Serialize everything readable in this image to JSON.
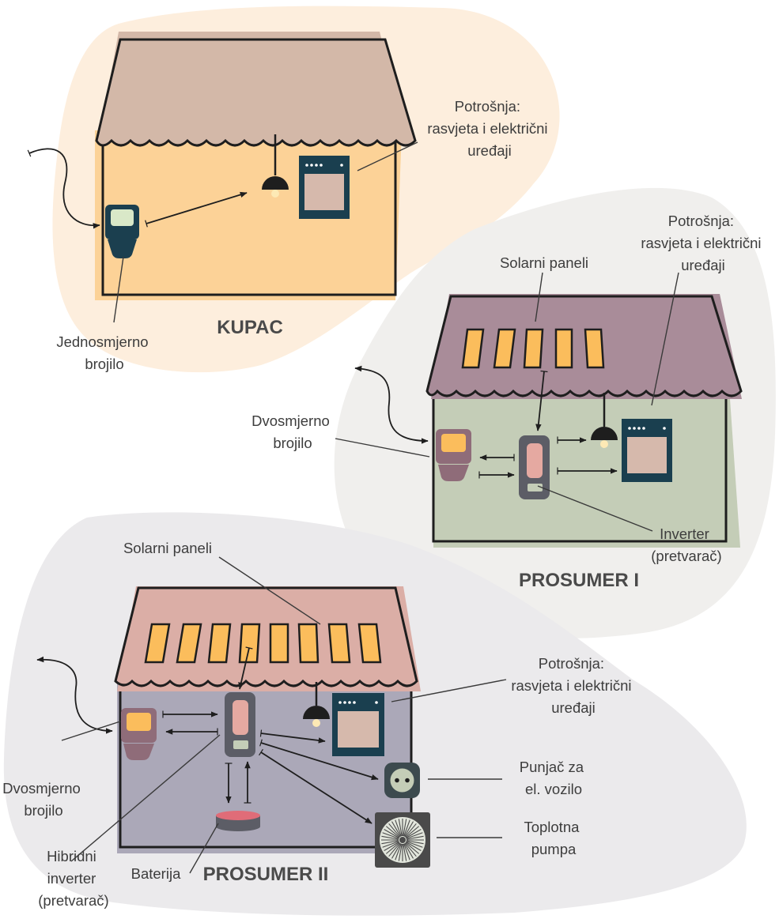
{
  "colors": {
    "kupac_blob": "#fdeedd",
    "kupac_wall": "#fcd297",
    "kupac_roof": "#d3b8a8",
    "p1_blob": "#f0efed",
    "p1_wall": "#c4cdb7",
    "p1_roof": "#a98c99",
    "p2_blob": "#ebeaec",
    "p2_wall": "#aba8b8",
    "p2_roof": "#dbaea6",
    "panel": "#fbbd5c",
    "appliance": "#1a3f4f",
    "bulb": "#1e1e1e",
    "meter_one_way": "#1b3f4f",
    "meter_two_way": "#8f6c79",
    "inverter": "#5c5d66"
  },
  "icons": [
    "meter-icon",
    "bulb-icon",
    "appliance-icon",
    "solar-panel-icon",
    "inverter-icon",
    "battery-icon",
    "socket-icon",
    "heat-pump-icon"
  ],
  "kupac": {
    "title": "KUPAC",
    "consumption": [
      "Potrošnja:",
      "rasvjeta i električni",
      "uređaji"
    ],
    "meter": [
      "Jednosmjerno",
      "brojilo"
    ]
  },
  "prosumer1": {
    "title": "PROSUMER I",
    "solar": "Solarni paneli",
    "consumption": [
      "Potrošnja:",
      "rasvjeta i električni",
      "uređaji"
    ],
    "meter": [
      "Dvosmjerno",
      "brojilo"
    ],
    "inverter": [
      "Inverter",
      "(pretvarač)"
    ]
  },
  "prosumer2": {
    "title": "PROSUMER II",
    "solar": "Solarni paneli",
    "consumption": [
      "Potrošnja:",
      "rasvjeta i električni",
      "uređaji"
    ],
    "meter": [
      "Dvosmjerno",
      "brojilo"
    ],
    "inverter": [
      "Hibridni",
      "inverter",
      "(pretvarač)"
    ],
    "battery": "Baterija",
    "charger": [
      "Punjač za",
      "el. vozilo"
    ],
    "heatpump": [
      "Toplotna",
      "pumpa"
    ]
  }
}
